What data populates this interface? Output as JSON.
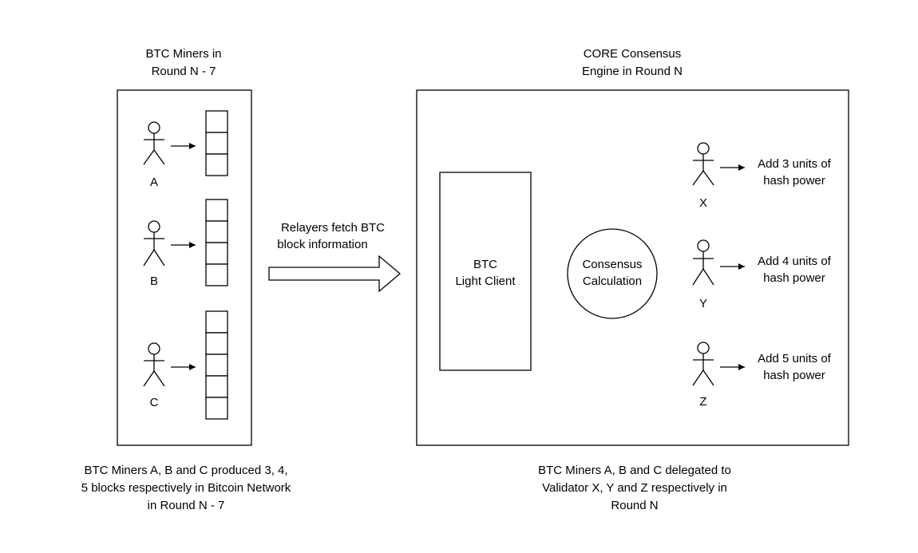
{
  "left_panel": {
    "title": [
      "BTC Miners in",
      "Round N - 7"
    ],
    "miners": [
      {
        "label": "A",
        "blocks": 3
      },
      {
        "label": "B",
        "blocks": 4
      },
      {
        "label": "C",
        "blocks": 5
      }
    ],
    "caption": [
      "BTC Miners A, B and C produced 3, 4,",
      "5 blocks respectively in Bitcoin Network",
      "in Round N - 7"
    ]
  },
  "relay": {
    "label": [
      "Relayers fetch BTC",
      "block information"
    ]
  },
  "right_panel": {
    "title": [
      "CORE Consensus",
      "Engine in Round N"
    ],
    "light_client": [
      "BTC",
      "Light Client"
    ],
    "consensus": [
      "Consensus",
      "Calculation"
    ],
    "validators": [
      {
        "label": "X",
        "result": [
          "Add 3 units of",
          "hash power"
        ]
      },
      {
        "label": "Y",
        "result": [
          "Add 4 units of",
          "hash power"
        ]
      },
      {
        "label": "Z",
        "result": [
          "Add 5 units of",
          "hash power"
        ]
      }
    ],
    "caption": [
      "BTC Miners A, B and C delegated to",
      "Validator X, Y and Z respectively in",
      "Round N"
    ]
  },
  "colors": {
    "line": "#000000",
    "fill": "#ffffff"
  }
}
